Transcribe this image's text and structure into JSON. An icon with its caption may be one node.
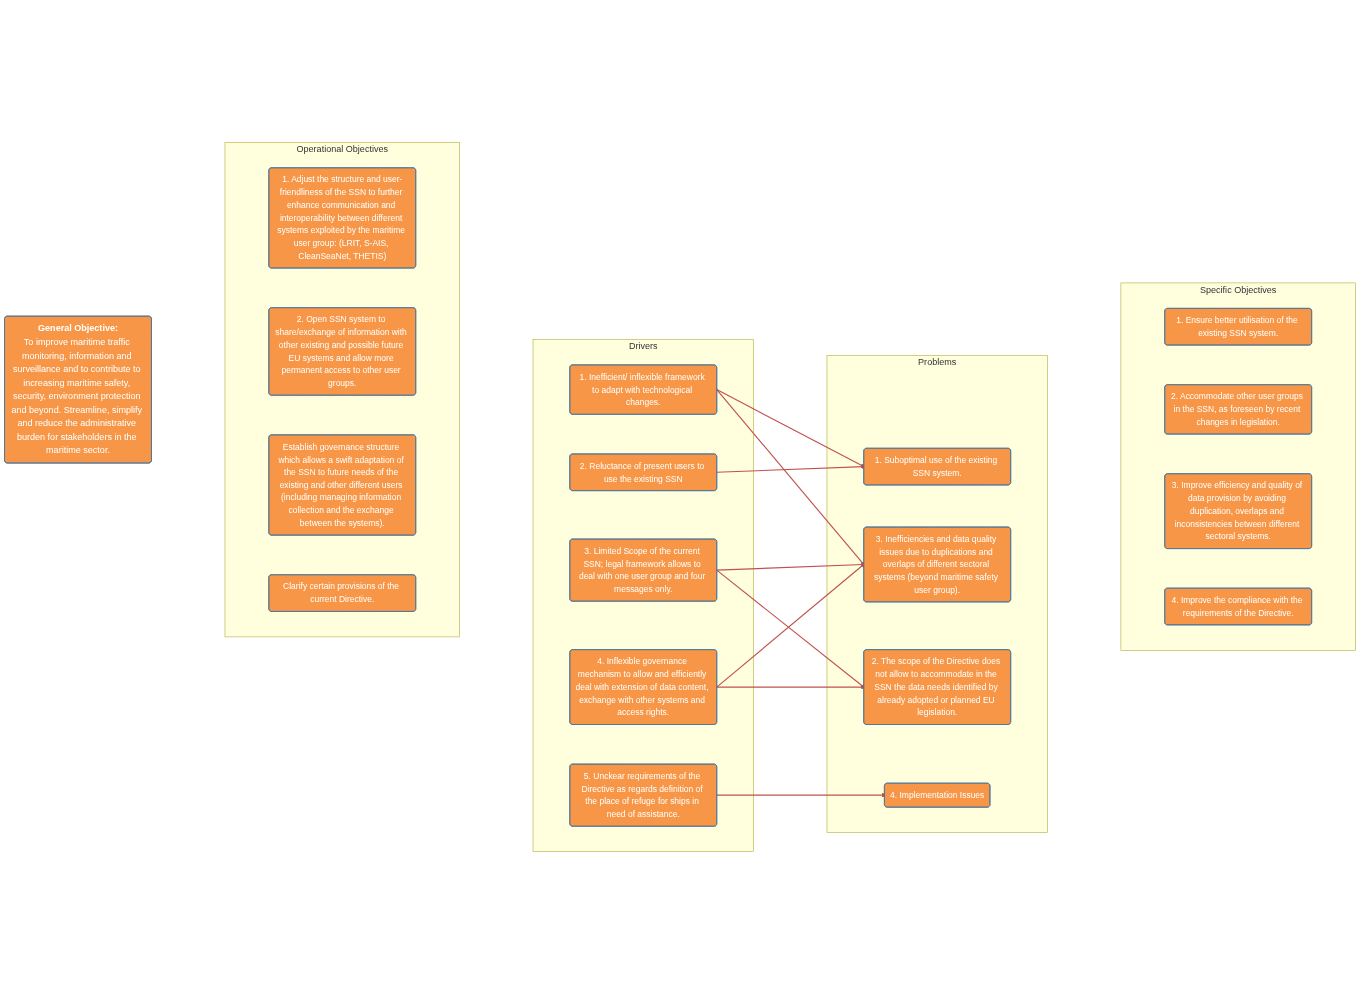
{
  "diagram": {
    "nodes": [
      {
        "text": [
          "General Objective:",
          "To improve maritime traffic monitoring, information and surveillance and to contribute to increasing maritime safety, security, environment protection and beyond. Streamline, simplify and reduce the administrative burden for stakeholders in the maritime sector."
        ]
      },
      {
        "text": [
          "Operational Objectives"
        ]
      },
      {
        "text": [
          "1. Adjust the structure and user-friendliness of the SSN to further enhance communication and interoperability between different systems exploited by the maritime user group: (LRIT, S-AIS, CleanSeaNet, THETIS)"
        ],
        "in": 1
      },
      {
        "text": [
          "2. Open SSN system to share/exchange of information with other existing and possible future EU systems and allow more permanent access to other user groups."
        ],
        "in": 1
      },
      {
        "text": [
          "Establish governance structure which allows a swift adaptation of the SSN to future needs of the existing and other different users (including managing information collection and the exchange between the systems)."
        ],
        "in": 1
      },
      {
        "text": [
          "Clarify certain provisions of the current Directive."
        ],
        "in": 1
      },
      {
        "text": [
          "Drivers"
        ]
      },
      {
        "text": [
          "1. Inefficient/ inflexible framework to adapt with technological changes."
        ],
        "in": 6
      },
      {
        "text": [
          "2. Reluctance of present users to use the existing SSN"
        ],
        "in": 6
      },
      {
        "text": [
          "3. Limited Scope of the current SSN; legal framework allows to deal with one user group and four messages only."
        ],
        "in": 6
      },
      {
        "text": [
          "4. Inflexible governance mechanism to allow and efficiently deal with extension of data content, exchange with other systems and access rights."
        ],
        "in": 6
      },
      {
        "text": [
          "5. Unckear requirements of the Directive as regards definition of the place of refuge for ships in need of assistance."
        ],
        "in": 6
      },
      {
        "text": [
          "Problems"
        ]
      },
      {
        "text": [
          "1. Suboptimal use of the existing SSN system."
        ],
        "in": 12
      },
      {
        "text": [
          "2. The scope of the Directive does not allow to accommodate in the SSN the data needs identified by already adopted or planned EU legislation."
        ],
        "in": 12
      },
      {
        "text": [
          "3. Inefficiencies and data quality issues due to duplications and overlaps of different sectoral systems (beyond maritime safety user group)."
        ],
        "in": 12
      },
      {
        "text": [
          "4. Implementation Issues"
        ],
        "in": 12
      },
      {
        "text": [
          "Specific Objectives"
        ]
      },
      {
        "text": [
          "1. Ensure better utilisation of the existing SSN system."
        ],
        "in": 17
      },
      {
        "text": [
          "2. Accommodate other user groups in the SSN, as foreseen by recent changes in legislation."
        ],
        "in": 17
      },
      {
        "text": [
          "3. Improve efficiency and quality of data provision by avoiding duplication, overlaps and inconsistencies between different sectoral systems."
        ],
        "in": 17
      },
      {
        "text": [
          "4. Improve the compliance with the requirements of the Directive."
        ],
        "in": 17
      }
    ],
    "edges": [
      {
        "from": 7,
        "to": 13,
        "arrow": "to"
      },
      {
        "from": 7,
        "to": 15,
        "arrow": "to"
      },
      {
        "from": 8,
        "to": 13,
        "arrow": "to"
      },
      {
        "from": 9,
        "to": 14,
        "arrow": "to"
      },
      {
        "from": 9,
        "to": 15,
        "arrow": "to"
      },
      {
        "from": 10,
        "to": 14,
        "arrow": "to"
      },
      {
        "from": 10,
        "to": 15,
        "arrow": "to"
      },
      {
        "from": 11,
        "to": 16,
        "arrow": "to"
      }
    ]
  }
}
